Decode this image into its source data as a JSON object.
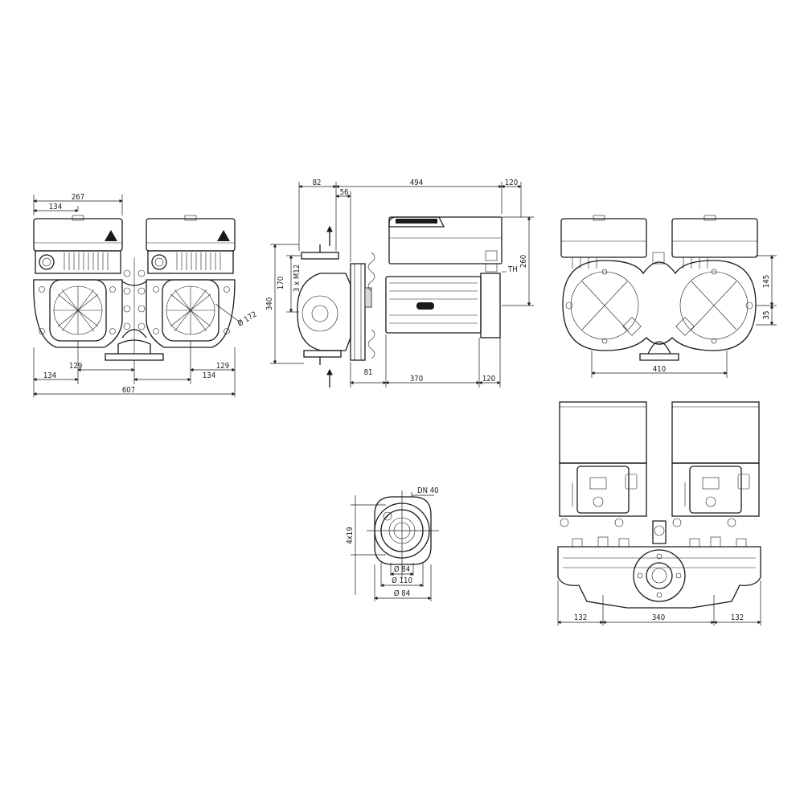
{
  "views": {
    "front": {
      "dims": {
        "width_total": "607",
        "top_overall": "267",
        "top_left": "134",
        "bottom_left_a": "134",
        "bottom_left_b": "129",
        "bottom_right_a": "134",
        "bottom_right_b": "129",
        "diameter": "Ø 172"
      }
    },
    "side": {
      "dims": {
        "top_a": "82",
        "top_b": "56",
        "top_c": "494",
        "top_d": "120",
        "right_height": "260",
        "left_height": "340",
        "flange_height": "170",
        "bolts": "3 x M12",
        "bottom_a": "81",
        "bottom_b": "370",
        "bottom_c": "120",
        "th_label": "TH"
      }
    },
    "back": {
      "dims": {
        "width": "410",
        "height_a": "145",
        "height_b": "35"
      }
    },
    "top_view": {
      "dims": {
        "left": "132",
        "center": "340",
        "right": "132"
      }
    },
    "flange": {
      "dims": {
        "dn": "DN 40",
        "holes": "4x19",
        "d_inner": "Ø 84",
        "d_pcd": "Ø 110",
        "d_outer": "Ø 84"
      }
    }
  }
}
